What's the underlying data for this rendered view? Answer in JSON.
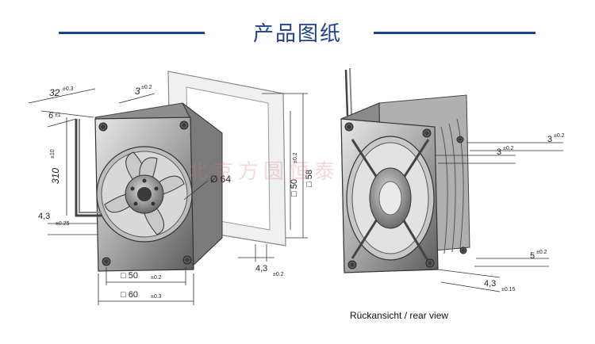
{
  "header": {
    "title": "产品图纸",
    "accent_color": "#1f3f8f"
  },
  "watermark": "北京方圆恒泰",
  "front_view": {
    "dims": {
      "d32": "32",
      "d32_tol": "±0.3",
      "d3_top": "3",
      "d3_top_tol": "±0.2",
      "d6": "6",
      "d6_tol": "±1",
      "d310": "310",
      "d310_tol": "±10",
      "d43": "4,3",
      "d43_tol": "±0.25",
      "dia64": "Ø 64",
      "d50v": "□ 50",
      "d50v_tol": "±0.2",
      "d58": "□ 58",
      "d43r": "4,3",
      "d43r_tol": "±0.2",
      "d50h": "□ 50",
      "d50h_tol": "±0.2",
      "d60h": "□ 60",
      "d60h_tol": "±0.3"
    }
  },
  "rear_view": {
    "caption": "Rückansicht / rear view",
    "dims": {
      "d3a": "3",
      "d3a_tol": "±0.2",
      "d3b": "3",
      "d3b_tol": "±0.2",
      "d5": "5",
      "d5_tol": "±0.2",
      "d43": "4,3",
      "d43_tol": "±0.15"
    }
  }
}
